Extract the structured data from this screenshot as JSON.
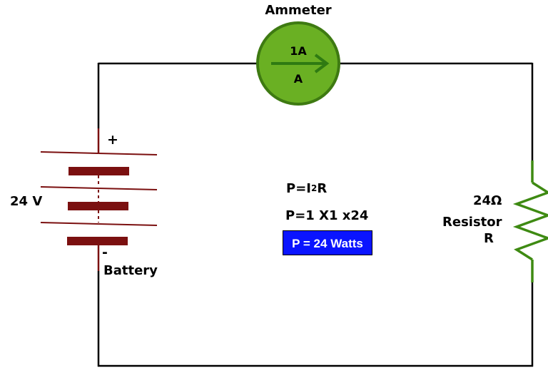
{
  "ammeter": {
    "title": "Ammeter",
    "value": "1A",
    "symbol": "A"
  },
  "battery": {
    "positive": "+",
    "negative": "-",
    "voltage": "24 V",
    "label": "Battery"
  },
  "formulas": {
    "power_prefix": "P=I",
    "power_exponent": "2",
    "power_suffix": "R",
    "substitution": "P=1 X1 x24",
    "result": "P = 24 Watts"
  },
  "resistor": {
    "value": "24Ω",
    "name": "Resistor",
    "symbol": "R"
  },
  "colors": {
    "wire": "#000000",
    "battery_plate": "#7b1010",
    "battery_line": "#7b1010",
    "ammeter_fill": "#6ab023",
    "ammeter_stroke": "#3e7a12",
    "arrow": "#2f7a12",
    "resistor": "#3e8a12",
    "result_bg": "#0a14ff"
  }
}
